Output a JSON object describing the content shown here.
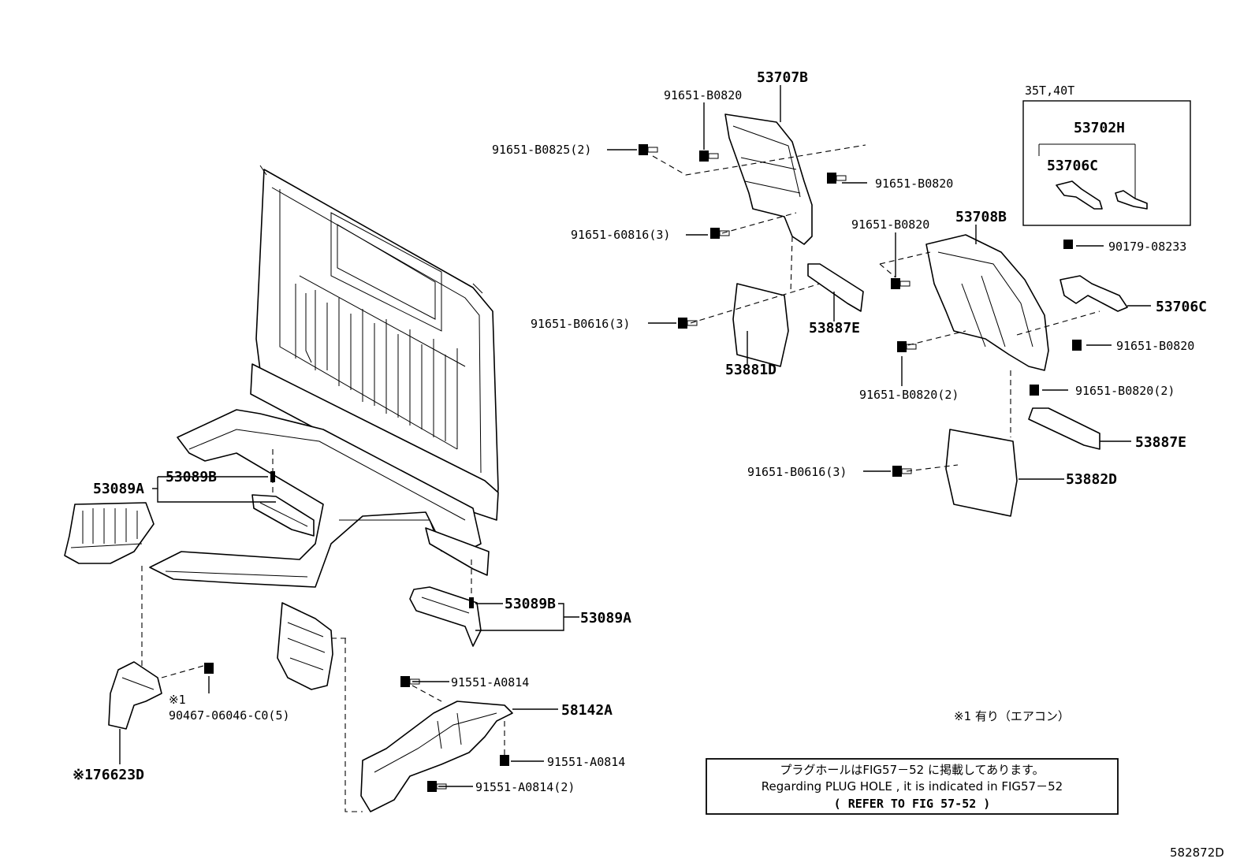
{
  "diagram": {
    "variant_label": "35T,40T",
    "reference_code": "582872D",
    "note_symbol": "※1 有り（エアコン）",
    "plug_hole_note": {
      "line_jp": "プラグホールはFIG57－52 に掲載してあります。",
      "line_en": "Regarding PLUG HOLE , it is indicated in FIG57－52",
      "line_ref": "( REFER TO FIG 57-52 )"
    },
    "labels": {
      "p53707B": "53707B",
      "b91651_B0820_a": "91651-B0820",
      "b91651_B0825": "91651-B0825(2)",
      "b91651_B0820_b": "91651-B0820",
      "b91651_60816": "91651-60816(3)",
      "b91651_B0616_a": "91651-B0616(3)",
      "p53887E_a": "53887E",
      "p53881D": "53881D",
      "p53702H": "53702H",
      "p53706C_a": "53706C",
      "p53708B": "53708B",
      "b91651_B0820_c": "91651-B0820",
      "b90179_08233": "90179-08233",
      "p53706C_b": "53706C",
      "b91651_B0820_d": "91651-B0820",
      "b91651_B0820_2a": "91651-B0820(2)",
      "b91651_B0820_2b": "91651-B0820(2)",
      "p53887E_b": "53887E",
      "b91651_B0616_b": "91651-B0616(3)",
      "p53882D": "53882D",
      "p53089A_a": "53089A",
      "p53089B_a": "53089B",
      "p53089B_b": "53089B",
      "p53089A_b": "53089A",
      "b91551_A0814_a": "91551-A0814",
      "p58142A": "58142A",
      "b91551_A0814_b": "91551-A0814",
      "b91551_A0814_2": "91551-A0814(2)",
      "mark_1": "※1",
      "b90467": "90467-06046-C0(5)",
      "p176623D": "※176623D"
    }
  }
}
